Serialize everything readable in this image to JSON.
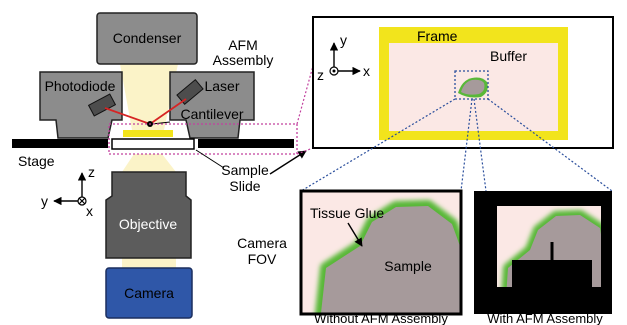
{
  "labels": {
    "condenser": "Condenser",
    "afm_assembly_line1": "AFM",
    "afm_assembly_line2": "Assembly",
    "photodiode": "Photodiode",
    "laser": "Laser",
    "cantilever": "Cantilever",
    "stage": "Stage",
    "sample_line1": "Sample",
    "sample_line2": "Slide",
    "objective": "Objective",
    "camera": "Camera",
    "camera_fov_line1": "Camera",
    "camera_fov_line2": "FOV",
    "frame": "Frame",
    "buffer": "Buffer",
    "tissue_glue": "Tissue Glue",
    "sample": "Sample",
    "without_afm": "Without AFM Assembly",
    "with_afm": "With AFM Assembly"
  },
  "axes_side": {
    "z": "z",
    "y": "y",
    "x": "x"
  },
  "axes_top": {
    "y": "y",
    "z": "z",
    "x": "x"
  },
  "colors": {
    "gray_box": "#8c8c8c",
    "dark_box": "#4d4d4d",
    "camera_blue": "#2f57a8",
    "frame_yellow": "#f2e41c",
    "buffer_pink": "#fbe8e5",
    "glue_green": "#59b839",
    "sample_gray": "#a69a9b",
    "laser_red": "#d62424",
    "light_beam": "#fbf3c8",
    "dotted_magenta": "#c2409e",
    "dotted_blue": "#2a4e9c"
  }
}
